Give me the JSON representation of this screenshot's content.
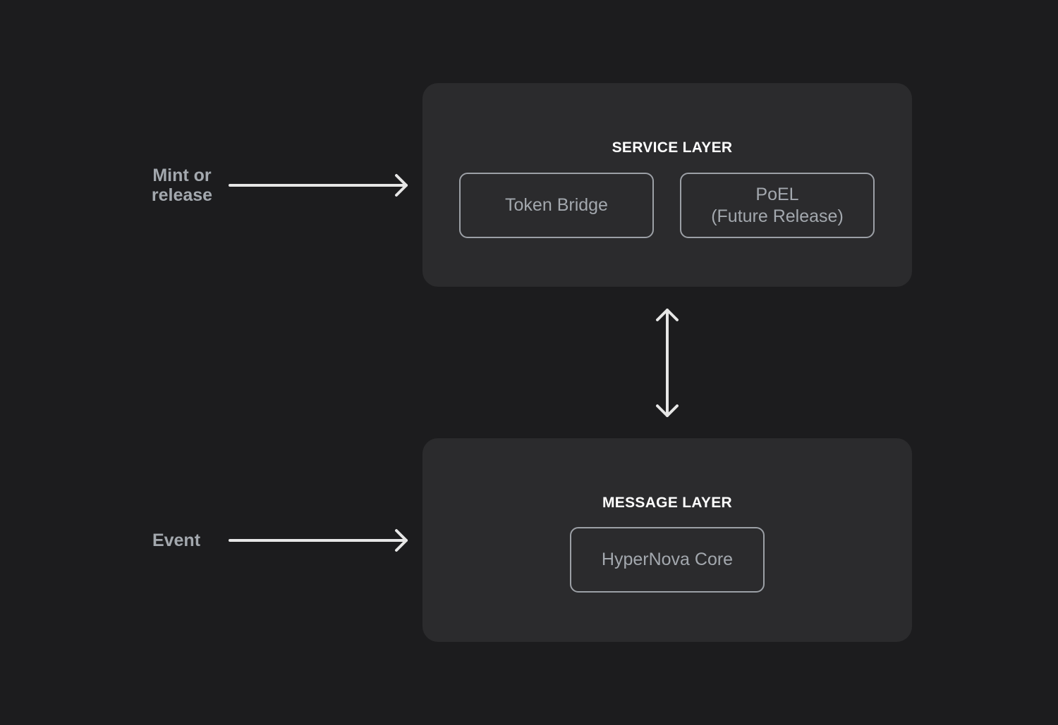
{
  "inputs": {
    "mint_line1": "Mint or",
    "mint_line2": "release",
    "event": "Event"
  },
  "service_layer": {
    "title": "SERVICE LAYER",
    "modules": {
      "token_bridge": "Token Bridge",
      "poel_line1": "PoEL",
      "poel_line2": "(Future Release)"
    }
  },
  "message_layer": {
    "title": "MESSAGE LAYER",
    "modules": {
      "hypernova_core": "HyperNova Core"
    }
  },
  "colors": {
    "background": "#1c1c1e",
    "panel": "#2b2b2d",
    "module_border": "#9ca0a6",
    "muted_text": "#a3a8ae",
    "title_text": "#ffffff",
    "arrow": "#e6e6e6"
  }
}
